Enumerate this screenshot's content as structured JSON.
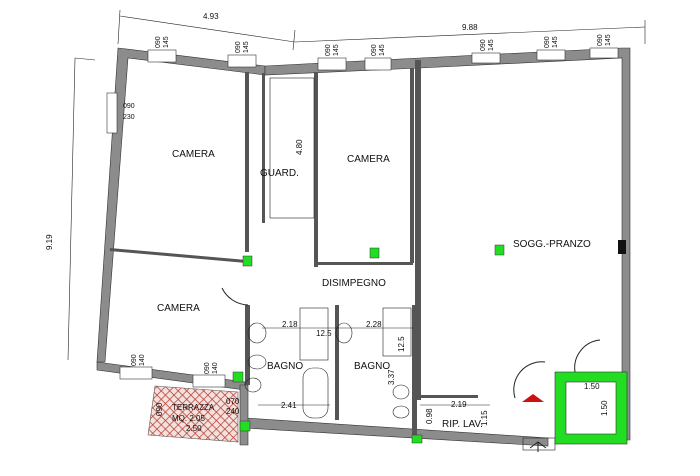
{
  "colors": {
    "wall": "#8c8c8c",
    "column": "#22dd22",
    "terrace_hatch": "#b03a2e",
    "entrance_arrow": "#cc1111"
  },
  "rooms": {
    "camera1": "CAMERA",
    "guardaroba": "GUARD.",
    "camera2": "CAMERA",
    "disimpegno": "DISIMPEGNO",
    "soggiorno": "SOGG.-PRANZO",
    "camera3": "CAMERA",
    "bagno1": "BAGNO",
    "bagno2": "BAGNO",
    "rip_lav": "RIP. LAV.",
    "terrazza": "TERRAZZA",
    "terrazza_area": "MQ. 2.05"
  },
  "dimensions": {
    "top_left": "4.93",
    "top_right": "9.88",
    "left": "9.19",
    "guard_depth": "4.80",
    "bagno1_width": "2.18",
    "bagno1_shower": "12.5",
    "bagno2_width": "2.28",
    "bagno2_shower": "12.5",
    "bagno2_depth": "3.37",
    "bagno1_lower": "2.41",
    "door_terrazza": "070",
    "door_terrazza_h": "240",
    "rip_width": "2.19",
    "rip_small": "0.98",
    "rip_depth": "1.15",
    "lift_w": "1.50",
    "lift_d": "1.50",
    "terrazza_w": "2.50",
    "terrazza_d": "090"
  },
  "windows": {
    "top": [
      "090",
      "145"
    ],
    "left": [
      "090",
      "230"
    ],
    "bottom": [
      "090",
      "140"
    ]
  }
}
